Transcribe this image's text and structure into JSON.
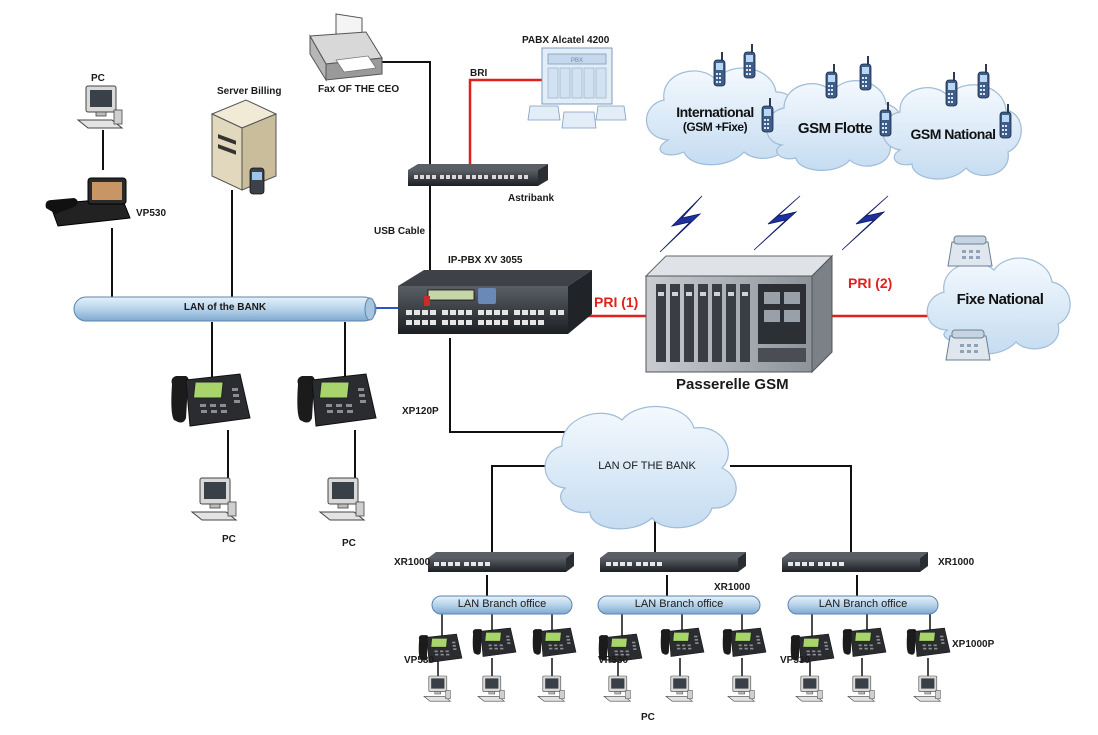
{
  "labels": {
    "pc_top": "PC",
    "server_billing": "Server Billing",
    "fax": "Fax OF THE CEO",
    "pabx": "PABX Alcatel 4200",
    "pabx_screen": "PBX",
    "bri": "BRI",
    "astribank": "Astribank",
    "usb_cable": "USB Cable",
    "ippbx": "IP-PBX XV 3055",
    "vp530_top": "VP530",
    "xp120p": "XP120P",
    "pc_left1": "PC",
    "pc_left2": "PC",
    "passerelle": "Passerelle GSM",
    "pri1": "PRI (1)",
    "pri2": "PRI (2)",
    "xr1000_left": "XR1000",
    "xr1000_mid": "XR1000",
    "xr1000_right": "XR1000",
    "vp530_b1": "VP530",
    "vp530_b2": "VP530",
    "vp530_b3": "VP530",
    "xp1000p": "XP1000P",
    "pc_bottom": "PC"
  },
  "lans": {
    "main": "LAN of the BANK",
    "cloud": "LAN OF THE BANK",
    "branch1": "LAN Branch office",
    "branch2": "LAN Branch office",
    "branch3": "LAN Branch office"
  },
  "clouds": {
    "international_line1": "International",
    "international_line2": "(GSM +Fixe)",
    "gsm_flotte": "GSM Flotte",
    "gsm_national": "GSM National",
    "fixe_national": "Fixe National"
  },
  "colors": {
    "pri_red": "#e0201c",
    "lan_blue": "#b7d3ea",
    "cloud_fill": "#dbe9f6",
    "lightning": "#1f2f9c"
  },
  "icons": [
    "pc-icon",
    "server-icon",
    "fax-icon",
    "pabx-icon",
    "switch-icon",
    "ip-phone-icon",
    "video-phone-icon",
    "gsm-gateway-icon",
    "mobile-phone-icon",
    "desk-phone-icon",
    "router-icon",
    "lightning-icon",
    "cloud-icon"
  ]
}
